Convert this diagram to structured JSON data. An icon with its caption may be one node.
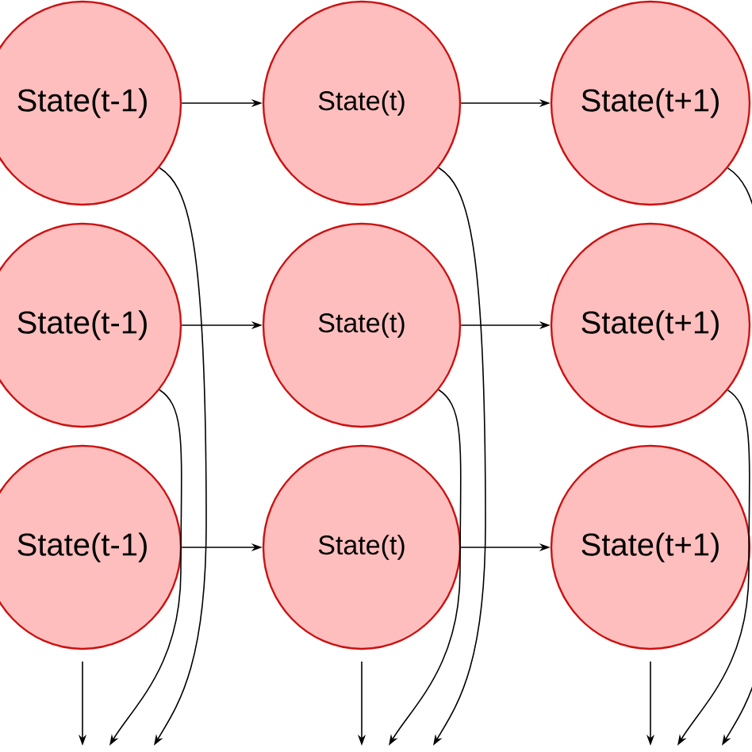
{
  "diagram": {
    "nodes": [
      {
        "text": [
          "State(t-1)"
        ]
      },
      {
        "text": [
          "State(t)"
        ]
      },
      {
        "text": [
          "State(t+1)"
        ]
      },
      {
        "text": [
          "State(t-1)"
        ]
      },
      {
        "text": [
          "State(t)"
        ]
      },
      {
        "text": [
          "State(t+1)"
        ]
      },
      {
        "text": [
          "State(t-1)"
        ]
      },
      {
        "text": [
          "State(t)"
        ]
      },
      {
        "text": [
          "State(t+1)"
        ]
      }
    ],
    "edges": [
      {
        "from": 0,
        "to": 1,
        "arrow": "to"
      },
      {
        "from": 1,
        "to": 2,
        "arrow": "to"
      },
      {
        "from": 3,
        "to": 4,
        "arrow": "to"
      },
      {
        "from": 4,
        "to": 5,
        "arrow": "to"
      },
      {
        "from": 6,
        "to": 7,
        "arrow": "to"
      },
      {
        "from": 7,
        "to": 8,
        "arrow": "to"
      },
      {
        "from": 0,
        "to": null,
        "arrow": "to"
      },
      {
        "from": 3,
        "to": null,
        "arrow": "to"
      },
      {
        "from": 1,
        "to": null,
        "arrow": "to"
      },
      {
        "from": 4,
        "to": null,
        "arrow": "to"
      },
      {
        "from": 2,
        "to": null,
        "arrow": "to"
      },
      {
        "from": 5,
        "to": null,
        "arrow": "to"
      },
      {
        "from": 6,
        "to": null,
        "arrow": "to"
      },
      {
        "from": 7,
        "to": null,
        "arrow": "to"
      },
      {
        "from": 8,
        "to": null,
        "arrow": "to"
      }
    ]
  }
}
